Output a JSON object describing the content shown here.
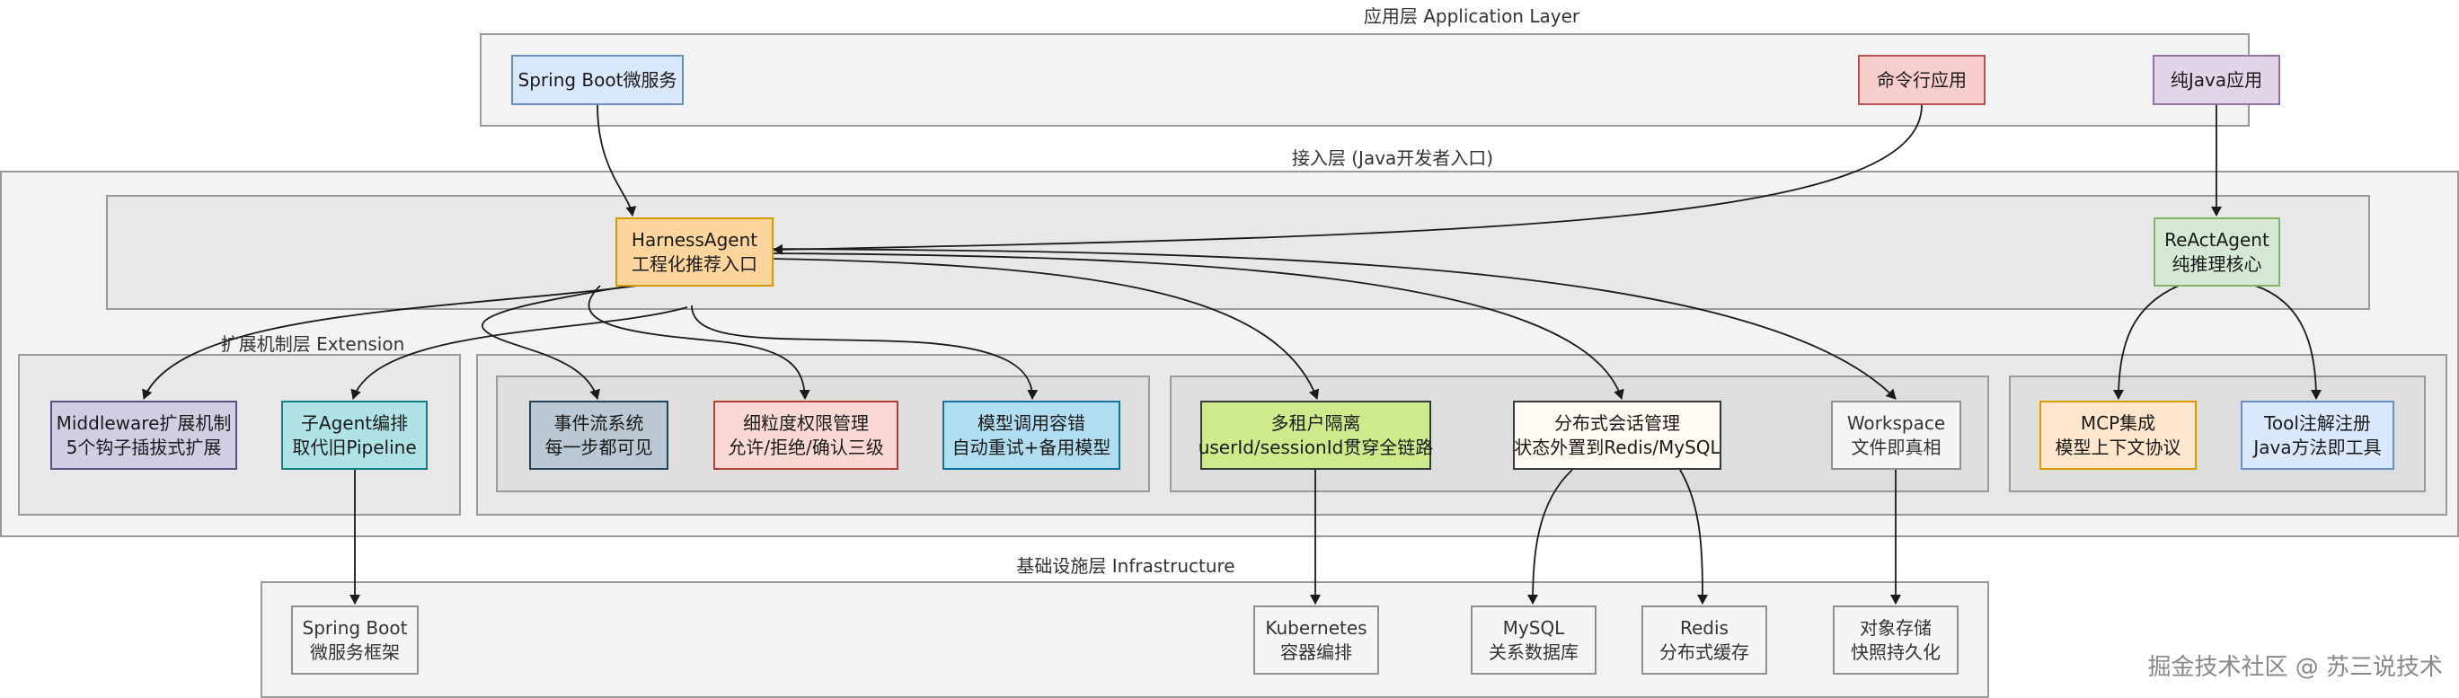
{
  "layers": {
    "application": "应用层 Application Layer",
    "access": "接入层 (Java开发者入口)",
    "extension": "扩展机制层 Extension",
    "infrastructure": "基础设施层 Infrastructure"
  },
  "nodes": {
    "spring_boot_service": {
      "line1": "Spring Boot微服务",
      "line2": "",
      "fill": "#dae8fc",
      "stroke": "#6c8ebf"
    },
    "cli_app": {
      "line1": "命令行应用",
      "line2": "",
      "fill": "#f8cecc",
      "stroke": "#b85450"
    },
    "pure_java_app": {
      "line1": "纯Java应用",
      "line2": "",
      "fill": "#e1d5e7",
      "stroke": "#9673a6"
    },
    "harness_agent": {
      "line1": "HarnessAgent",
      "line2": "工程化推荐入口",
      "fill": "#ffd59e",
      "stroke": "#d79b00"
    },
    "react_agent": {
      "line1": "ReActAgent",
      "line2": "纯推理核心",
      "fill": "#d5e8d4",
      "stroke": "#82b366"
    },
    "middleware": {
      "line1": "Middleware扩展机制",
      "line2": "5个钩子插拔式扩展",
      "fill": "#d0cee2",
      "stroke": "#56517e"
    },
    "sub_agent": {
      "line1": "子Agent编排",
      "line2": "取代旧Pipeline",
      "fill": "#b0e3e6",
      "stroke": "#0e8088"
    },
    "event_stream": {
      "line1": "事件流系统",
      "line2": "每一步都可见",
      "fill": "#bac8d3",
      "stroke": "#23445d"
    },
    "permission": {
      "line1": "细粒度权限管理",
      "line2": "允许/拒绝/确认三级",
      "fill": "#fad9d5",
      "stroke": "#ae4132"
    },
    "model_fault": {
      "line1": "模型调用容错",
      "line2": "自动重试+备用模型",
      "fill": "#b1ddf0",
      "stroke": "#10739e"
    },
    "multi_tenant": {
      "line1": "多租户隔离",
      "line2": "userId/sessionId贯穿全链路",
      "fill": "#cdeb8b",
      "stroke": "#36393d"
    },
    "session_mgmt": {
      "line1": "分布式会话管理",
      "line2": "状态外置到Redis/MySQL",
      "fill": "#fffbf0",
      "stroke": "#36393d"
    },
    "workspace": {
      "line1": "Workspace",
      "line2": "文件即真相",
      "fill": "#f5f5f5",
      "stroke": "#909090"
    },
    "mcp": {
      "line1": "MCP集成",
      "line2": "模型上下文协议",
      "fill": "#ffe6cc",
      "stroke": "#d79b00"
    },
    "tool_reg": {
      "line1": "Tool注解注册",
      "line2": "Java方法即工具",
      "fill": "#dae8fc",
      "stroke": "#6c8ebf"
    },
    "spring_boot_fw": {
      "line1": "Spring Boot",
      "line2": "微服务框架",
      "fill": "#f5f5f5",
      "stroke": "#909090"
    },
    "kubernetes": {
      "line1": "Kubernetes",
      "line2": "容器编排",
      "fill": "#f5f5f5",
      "stroke": "#909090"
    },
    "mysql": {
      "line1": "MySQL",
      "line2": "关系数据库",
      "fill": "#f5f5f5",
      "stroke": "#909090"
    },
    "redis": {
      "line1": "Redis",
      "line2": "分布式缓存",
      "fill": "#f5f5f5",
      "stroke": "#909090"
    },
    "object_storage": {
      "line1": "对象存储",
      "line2": "快照持久化",
      "fill": "#f5f5f5",
      "stroke": "#909090"
    }
  },
  "watermark": "掘金技术社区 @ 苏三说技术"
}
